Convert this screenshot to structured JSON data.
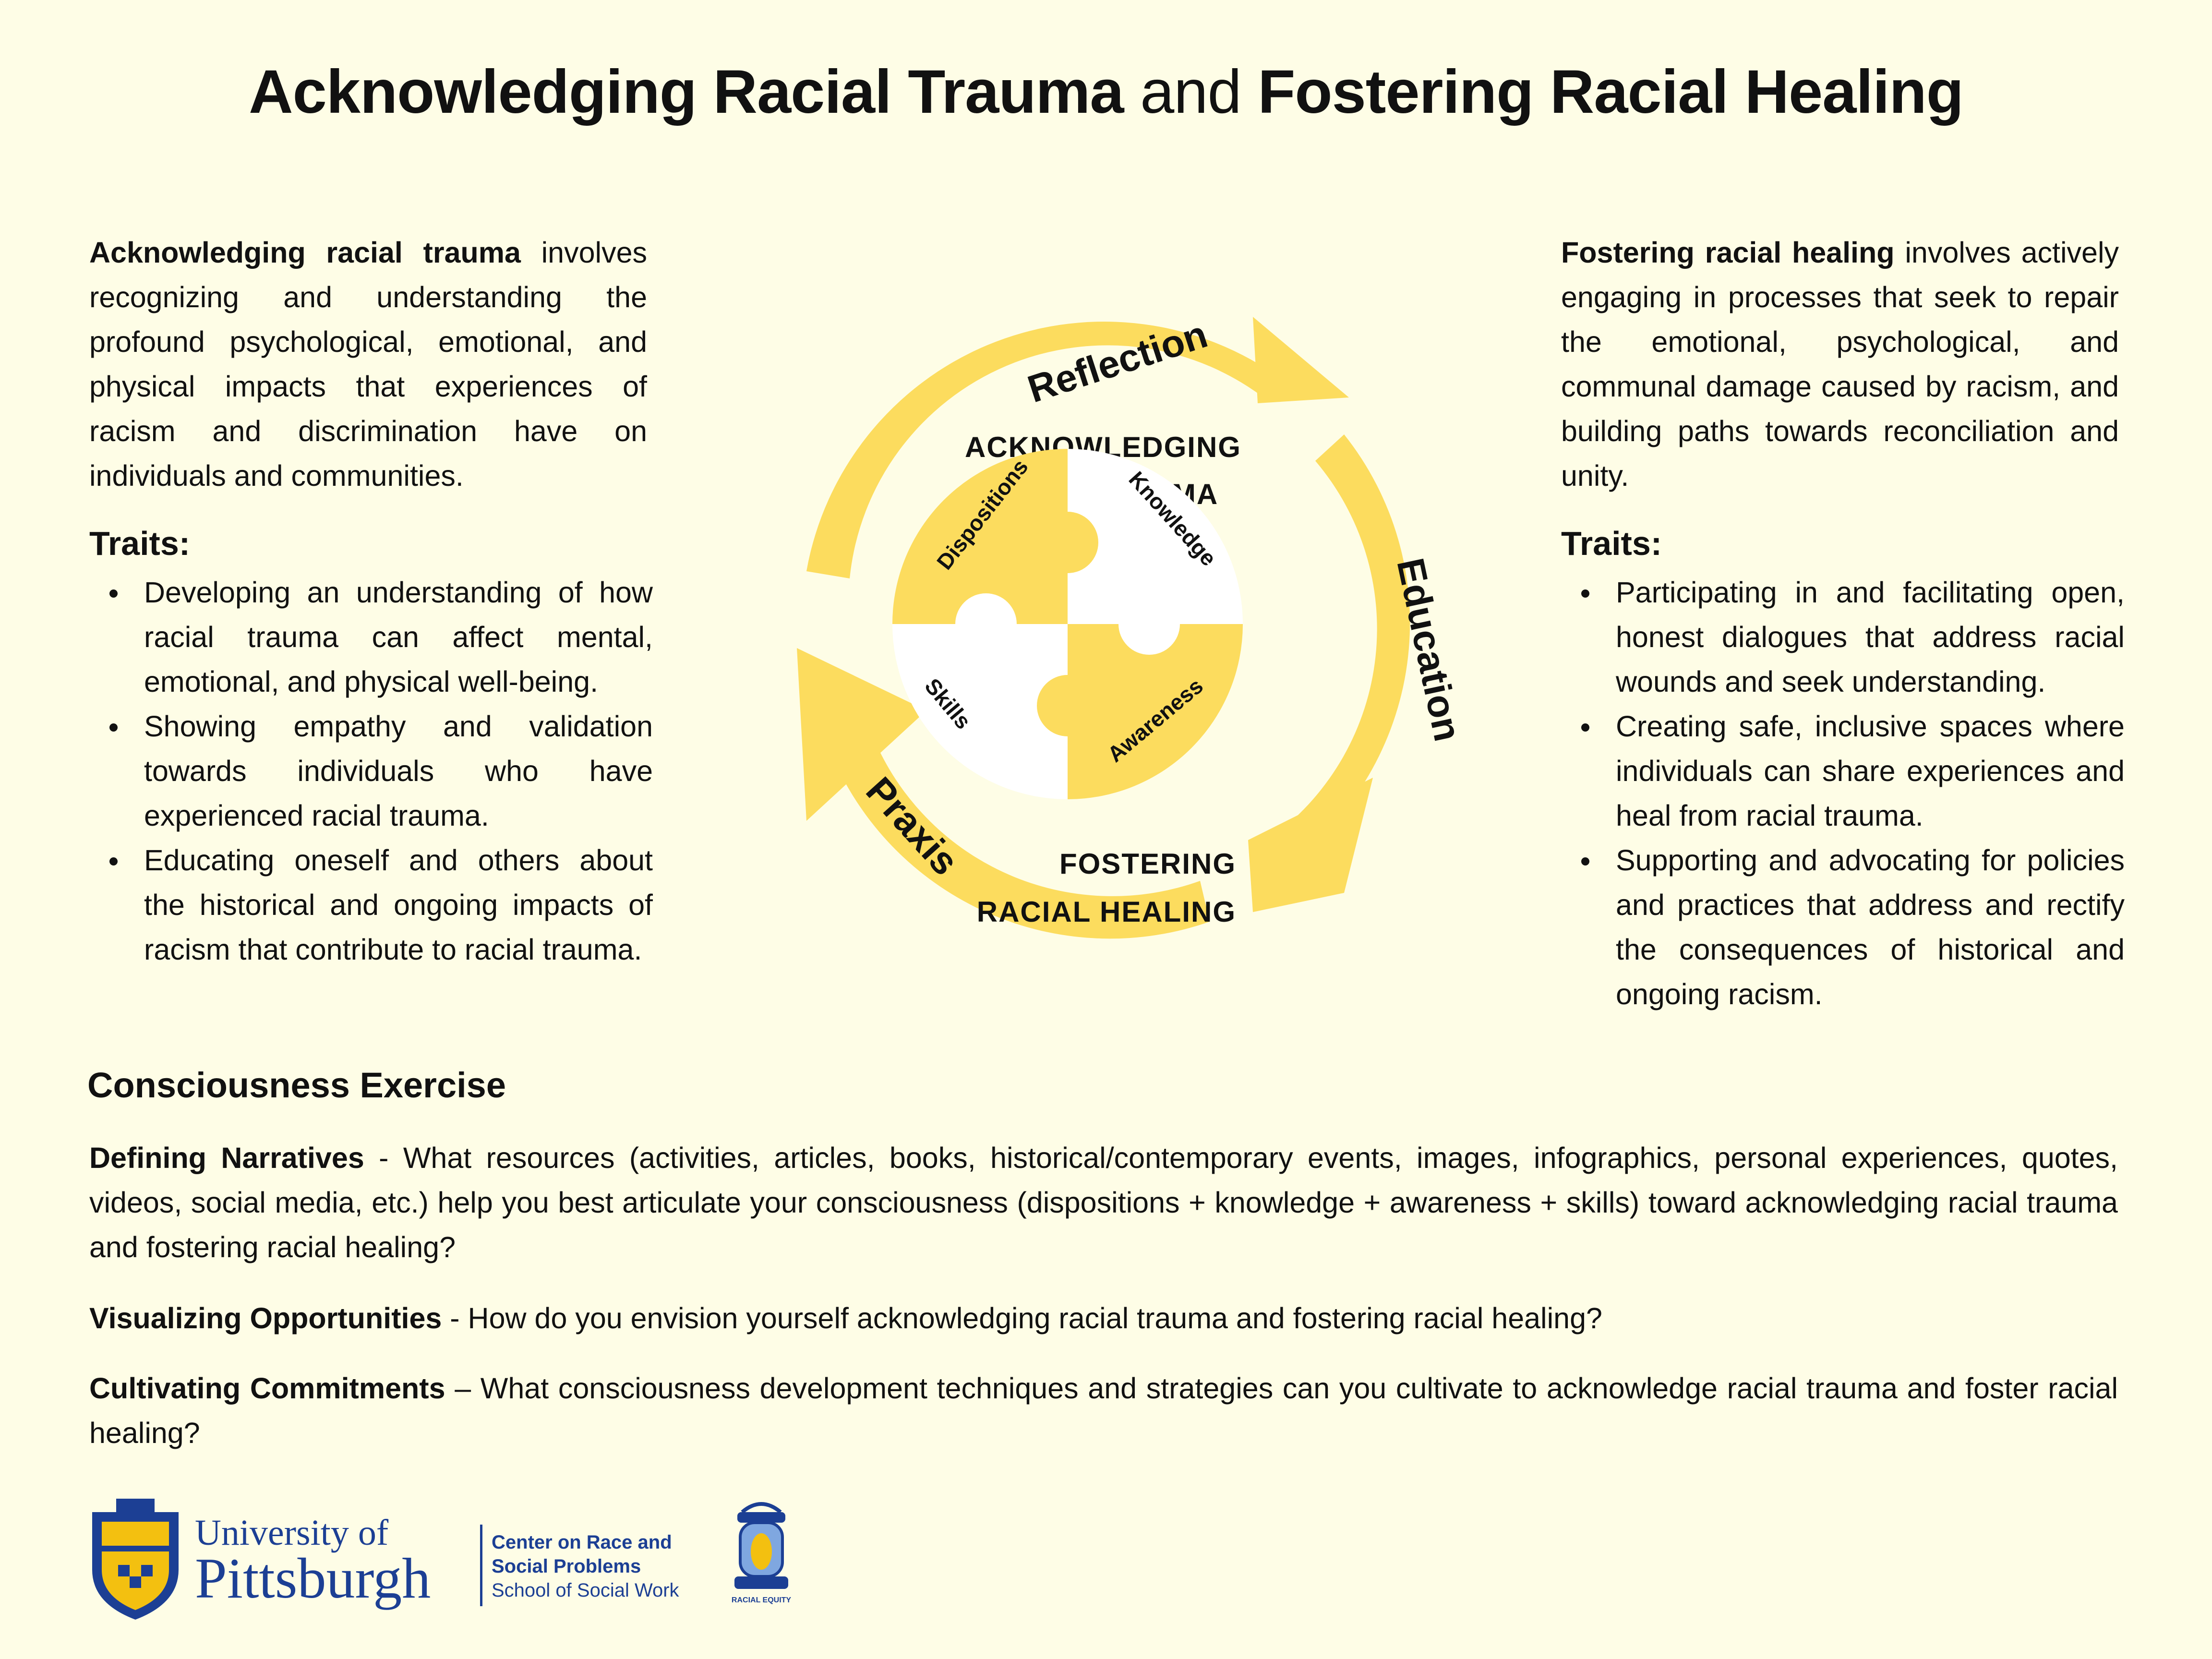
{
  "title": {
    "part1": "Acknowledging Racial Trauma",
    "and": "and",
    "part2": "Fostering Racial Healing"
  },
  "left": {
    "intro_bold": "Acknowledging racial trauma",
    "intro_rest": " involves recognizing and understanding the profound psychological, emotional, and physical impacts that experiences of racism and discrimination have on individuals and communities.",
    "traits_heading": "Traits:",
    "traits": [
      "Developing an understanding of how racial trauma can affect mental, emotional, and physical well-being.",
      "Showing empathy and validation towards individuals who have experienced racial trauma.",
      "Educating oneself and others about the historical and ongoing impacts of racism that contribute to racial trauma."
    ]
  },
  "right": {
    "intro_bold": "Fostering racial healing",
    "intro_rest": " involves actively engaging in processes that seek to repair the emotional, psychological, and communal damage caused by racism, and building paths towards reconciliation and unity.",
    "traits_heading": "Traits:",
    "traits": [
      "Participating in and facilitating open, honest dialogues that address racial wounds and seek understanding.",
      "Creating safe, inclusive spaces where individuals can share experiences and heal from racial trauma.",
      "Supporting and advocating for policies and practices that address and rectify the consequences of historical and ongoing racism."
    ]
  },
  "cycle": {
    "arrow_color": "#fcdc5e",
    "arrows": [
      "Reflection",
      "Education",
      "Praxis"
    ],
    "top_label": [
      "ACKNOWLEDGING",
      "RACIAL TRAUMA"
    ],
    "bottom_label": [
      "FOSTERING",
      "RACIAL HEALING"
    ],
    "puzzle": [
      "Dispositions",
      "Knowledge",
      "Skills",
      "Awareness"
    ]
  },
  "exercise": {
    "heading": "Consciousness Exercise",
    "items": [
      {
        "bold": "Defining Narratives",
        "text": " - What resources (activities, articles, books, historical/contemporary events, images, infographics, personal experiences, quotes, videos, social media, etc.) help you best articulate your consciousness (dispositions + knowledge + awareness + skills) toward acknowledging racial trauma and fostering racial healing?"
      },
      {
        "bold": "Visualizing Opportunities",
        "text": " - How do you envision yourself acknowledging racial trauma and fostering racial healing?"
      },
      {
        "bold": "Cultivating Commitments",
        "text": " – What consciousness development techniques and strategies can you cultivate to acknowledge racial trauma and foster racial healing?"
      }
    ]
  },
  "footer": {
    "university_line1": "University of",
    "university_line2": "Pittsburgh",
    "center_line1": "Center on Race and",
    "center_line2": "Social Problems",
    "school": "School of Social Work",
    "lantern_caption": "RACIAL EQUITY",
    "brand_blue": "#1c3f94",
    "brand_gold": "#f3c010"
  }
}
